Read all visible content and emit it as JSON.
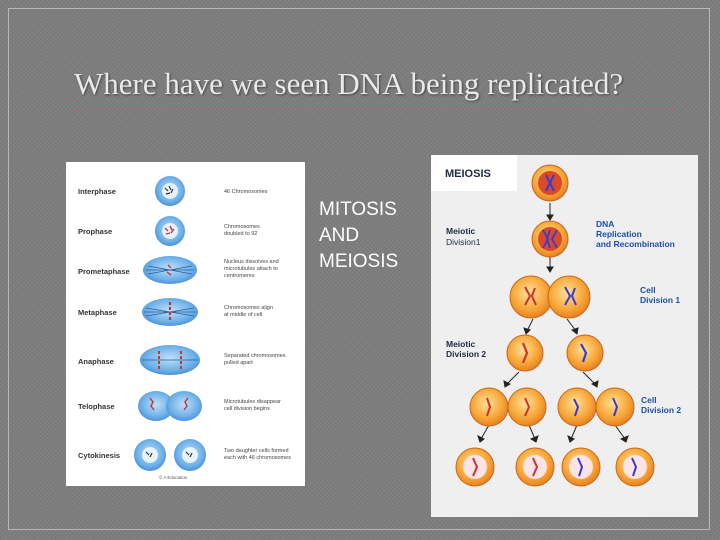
{
  "slide": {
    "title": "Where have we seen DNA being replicated?",
    "body_lines": [
      "MITOSIS",
      "AND",
      "MEIOSIS"
    ]
  },
  "mitosis_figure": {
    "phases": [
      {
        "label": "Interphase",
        "note": [
          "46 Chromosomes"
        ]
      },
      {
        "label": "Prophase",
        "note": [
          "Chromosomes",
          "doubled to 92"
        ]
      },
      {
        "label": "Prometaphase",
        "note": [
          "Nucleus dissolves and",
          "microtubules attach to",
          "centromeres"
        ]
      },
      {
        "label": "Metaphase",
        "note": [
          "Chromosomes align",
          "at middle of cell"
        ]
      },
      {
        "label": "Anaphase",
        "note": [
          "Separated chromosomes",
          "pulled apart"
        ]
      },
      {
        "label": "Telophase",
        "note": [
          "Microtubules disappear",
          "cell division begins"
        ]
      },
      {
        "label": "Cytokinesis",
        "note": [
          "Two daughter cells formed",
          "each with 46 chromosomes"
        ]
      }
    ],
    "credit": "© A Education"
  },
  "meiosis_figure": {
    "header": "MEIOSIS",
    "meiotic_division_1": [
      "Meiotic",
      "Division1"
    ],
    "dna_replication": [
      "DNA",
      "Replication",
      "and Recombination"
    ],
    "cell_division_1": [
      "Cell",
      "Division 1"
    ],
    "meiotic_division_2": [
      "Meiotic",
      "Division 2"
    ],
    "cell_division_2": [
      "Cell",
      "Division 2"
    ]
  },
  "colors": {
    "title_rule": "#c85a7a",
    "cell_blue": "#4a8fd6",
    "cell_orange": "#f28c1e",
    "label_blue": "#1b4fae"
  }
}
